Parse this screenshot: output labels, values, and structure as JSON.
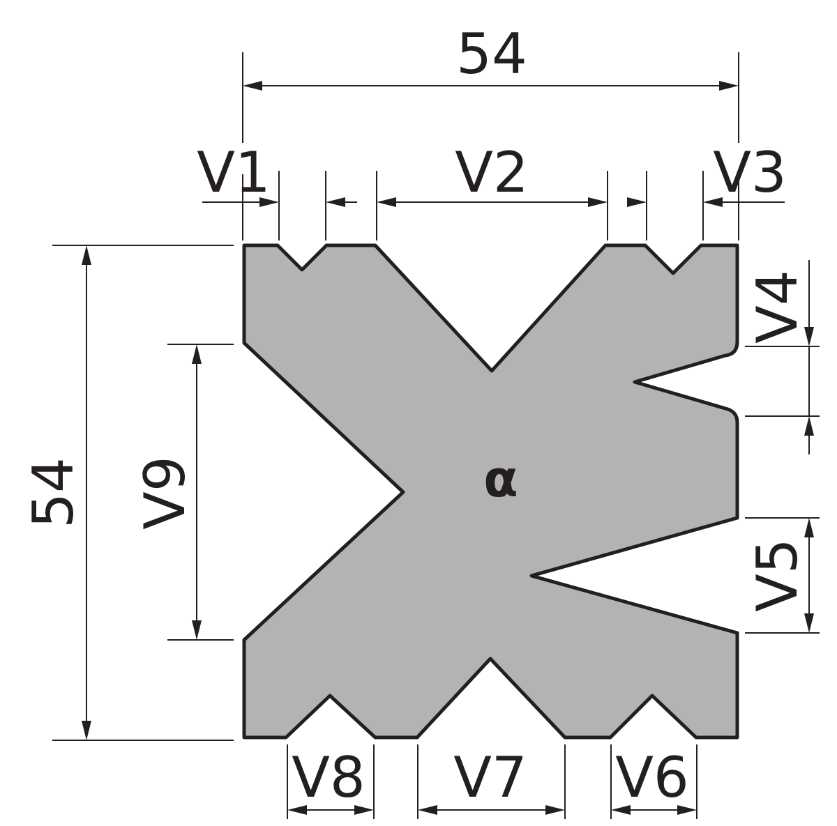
{
  "dimensions": {
    "overall_width": "54",
    "overall_height": "54"
  },
  "v_openings": {
    "v1": "V1",
    "v2": "V2",
    "v3": "V3",
    "v4": "V4",
    "v5": "V5",
    "v6": "V6",
    "v7": "V7",
    "v8": "V8",
    "v9": "V9"
  },
  "angle_label": "α",
  "colors": {
    "die_fill": "#b3b3b3",
    "outline": "#231f20",
    "background": "#ffffff"
  }
}
